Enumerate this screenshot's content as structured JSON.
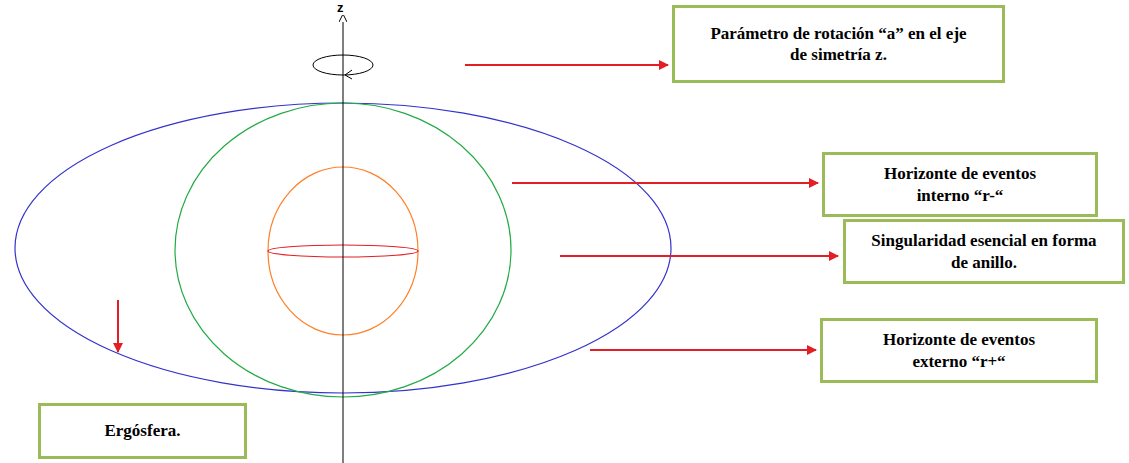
{
  "diagram": {
    "nodes": [
      {
        "text": [
          "Parámetro de rotación “a” en el eje de simetría z."
        ]
      },
      {
        "text": [
          "Horizonte de eventos interno “r-“"
        ]
      },
      {
        "text": [
          "Singularidad esencial en forma de anillo."
        ]
      },
      {
        "text": [
          "Horizonte de eventos externo “r+“"
        ]
      },
      {
        "text": [
          "Ergósfera."
        ]
      }
    ],
    "labels": [
      "z"
    ]
  }
}
